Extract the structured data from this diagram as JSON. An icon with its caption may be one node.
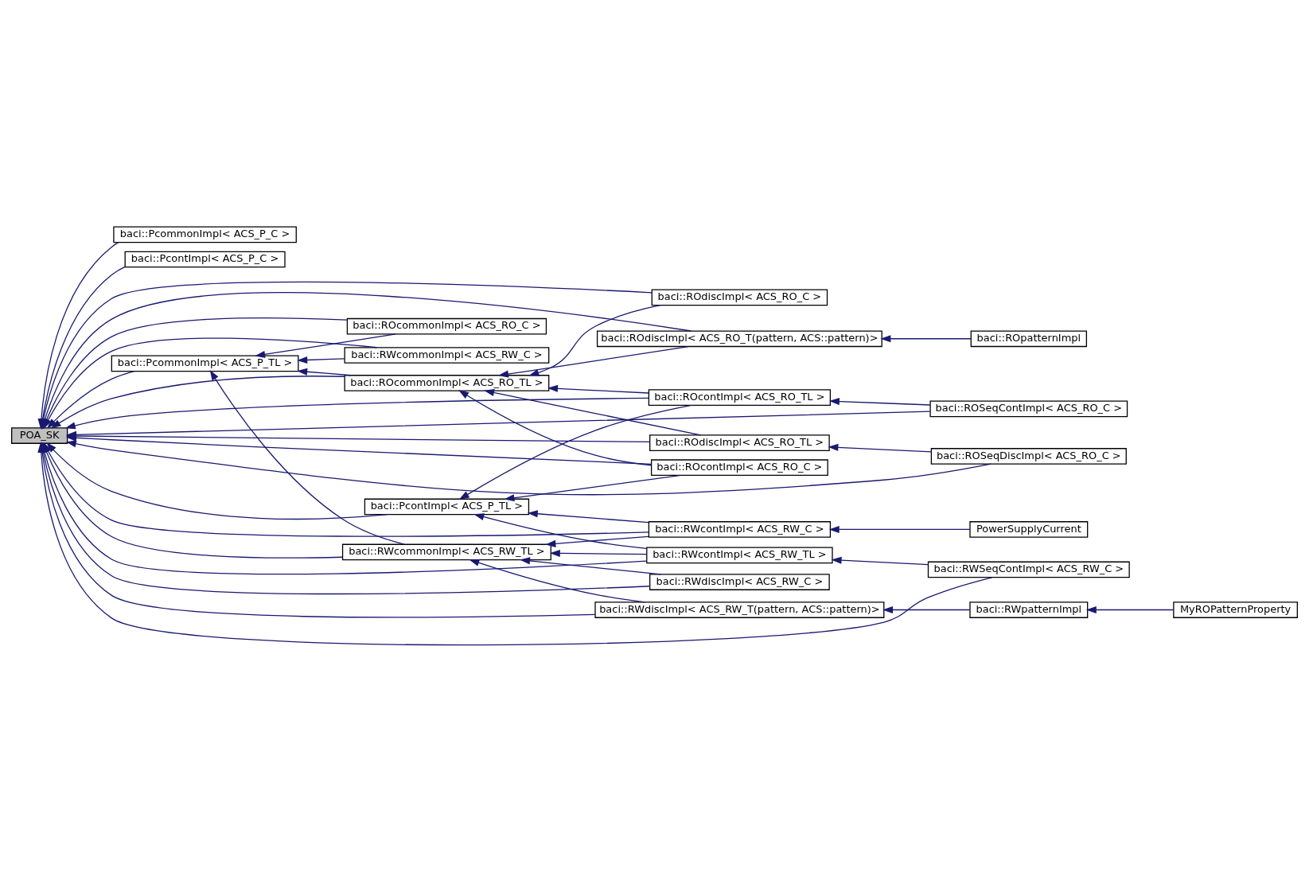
{
  "diagram": {
    "nodes": [
      {
        "text": [
          "POA_SK"
        ]
      },
      {
        "text": [
          "baci::PcommonImpl< ACS_P_C >"
        ]
      },
      {
        "text": [
          "baci::PcontImpl< ACS_P_C >"
        ]
      },
      {
        "text": [
          "baci::PcommonImpl< ACS_P_TL >"
        ]
      },
      {
        "text": [
          "baci::ROcommonImpl< ACS_RO_TL >"
        ]
      },
      {
        "text": [
          "baci::PcontImpl< ACS_P_TL >"
        ]
      },
      {
        "text": [
          "baci::RWcommonImpl< ACS_RW_TL >"
        ]
      },
      {
        "text": [
          "baci::ROcommonImpl< ACS_RO_C >"
        ]
      },
      {
        "text": [
          "baci::RWcommonImpl< ACS_RW_C >"
        ]
      },
      {
        "text": [
          "baci::ROdiscImpl< ACS_RO_C >"
        ]
      },
      {
        "text": [
          "baci::ROdiscImpl< ACS_RO_T(pattern, ACS::pattern)>"
        ]
      },
      {
        "text": [
          "baci::ROcontImpl< ACS_RO_TL >"
        ]
      },
      {
        "text": [
          "baci::ROdiscImpl< ACS_RO_TL >"
        ]
      },
      {
        "text": [
          "baci::ROcontImpl< ACS_RO_C >"
        ]
      },
      {
        "text": [
          "baci::RWcontImpl< ACS_RW_C >"
        ]
      },
      {
        "text": [
          "baci::RWcontImpl< ACS_RW_TL >"
        ]
      },
      {
        "text": [
          "baci::RWdiscImpl< ACS_RW_T(pattern, ACS::pattern)>"
        ]
      },
      {
        "text": [
          "baci::RWdiscImpl< ACS_RW_C >"
        ]
      },
      {
        "text": [
          "baci::ROSeqContImpl< ACS_RO_C >"
        ]
      },
      {
        "text": [
          "baci::ROpatternImpl"
        ]
      },
      {
        "text": [
          "baci::ROSeqDiscImpl< ACS_RO_C >"
        ]
      },
      {
        "text": [
          "PowerSupplyCurrent"
        ]
      },
      {
        "text": [
          "baci::RWpatternImpl"
        ]
      },
      {
        "text": [
          "baci::RWSeqContImpl< ACS_RW_C >"
        ]
      },
      {
        "text": [
          "MyROPatternProperty"
        ]
      }
    ],
    "edges": [
      {
        "from": 1,
        "to": 0,
        "arrow": "to"
      },
      {
        "from": 2,
        "to": 0,
        "arrow": "to"
      },
      {
        "from": 18,
        "to": 0,
        "arrow": "to"
      },
      {
        "from": 9,
        "to": 0,
        "arrow": "to"
      },
      {
        "from": 10,
        "to": 0,
        "arrow": "to"
      },
      {
        "from": 11,
        "to": 0,
        "arrow": "to"
      },
      {
        "from": 4,
        "to": 0,
        "arrow": "to"
      },
      {
        "from": 7,
        "to": 0,
        "arrow": "to"
      },
      {
        "from": 3,
        "to": 0,
        "arrow": "to"
      },
      {
        "from": 8,
        "to": 0,
        "arrow": "to"
      },
      {
        "from": 12,
        "to": 0,
        "arrow": "to"
      },
      {
        "from": 20,
        "to": 0,
        "arrow": "to"
      },
      {
        "from": 13,
        "to": 0,
        "arrow": "to"
      },
      {
        "from": 5,
        "to": 0,
        "arrow": "to"
      },
      {
        "from": 14,
        "to": 0,
        "arrow": "to"
      },
      {
        "from": 6,
        "to": 0,
        "arrow": "to"
      },
      {
        "from": 15,
        "to": 0,
        "arrow": "to"
      },
      {
        "from": 16,
        "to": 0,
        "arrow": "to"
      },
      {
        "from": 17,
        "to": 0,
        "arrow": "to"
      },
      {
        "from": 23,
        "to": 0,
        "arrow": "to"
      },
      {
        "from": 4,
        "to": 3,
        "arrow": "to"
      },
      {
        "from": 7,
        "to": 3,
        "arrow": "to"
      },
      {
        "from": 8,
        "to": 3,
        "arrow": "to"
      },
      {
        "from": 6,
        "to": 3,
        "arrow": "to"
      },
      {
        "from": 9,
        "to": 4,
        "arrow": "to"
      },
      {
        "from": 10,
        "to": 4,
        "arrow": "to"
      },
      {
        "from": 11,
        "to": 4,
        "arrow": "to"
      },
      {
        "from": 12,
        "to": 4,
        "arrow": "to"
      },
      {
        "from": 13,
        "to": 4,
        "arrow": "to"
      },
      {
        "from": 11,
        "to": 5,
        "arrow": "to"
      },
      {
        "from": 13,
        "to": 5,
        "arrow": "to"
      },
      {
        "from": 14,
        "to": 5,
        "arrow": "to"
      },
      {
        "from": 15,
        "to": 5,
        "arrow": "to"
      },
      {
        "from": 14,
        "to": 6,
        "arrow": "to"
      },
      {
        "from": 15,
        "to": 6,
        "arrow": "to"
      },
      {
        "from": 16,
        "to": 6,
        "arrow": "to"
      },
      {
        "from": 17,
        "to": 6,
        "arrow": "to"
      },
      {
        "from": 18,
        "to": 11,
        "arrow": "to"
      },
      {
        "from": 19,
        "to": 10,
        "arrow": "to"
      },
      {
        "from": 20,
        "to": 12,
        "arrow": "to"
      },
      {
        "from": 21,
        "to": 14,
        "arrow": "to"
      },
      {
        "from": 22,
        "to": 16,
        "arrow": "to"
      },
      {
        "from": 23,
        "to": 15,
        "arrow": "to"
      },
      {
        "from": 24,
        "to": 22,
        "arrow": "to"
      }
    ]
  }
}
